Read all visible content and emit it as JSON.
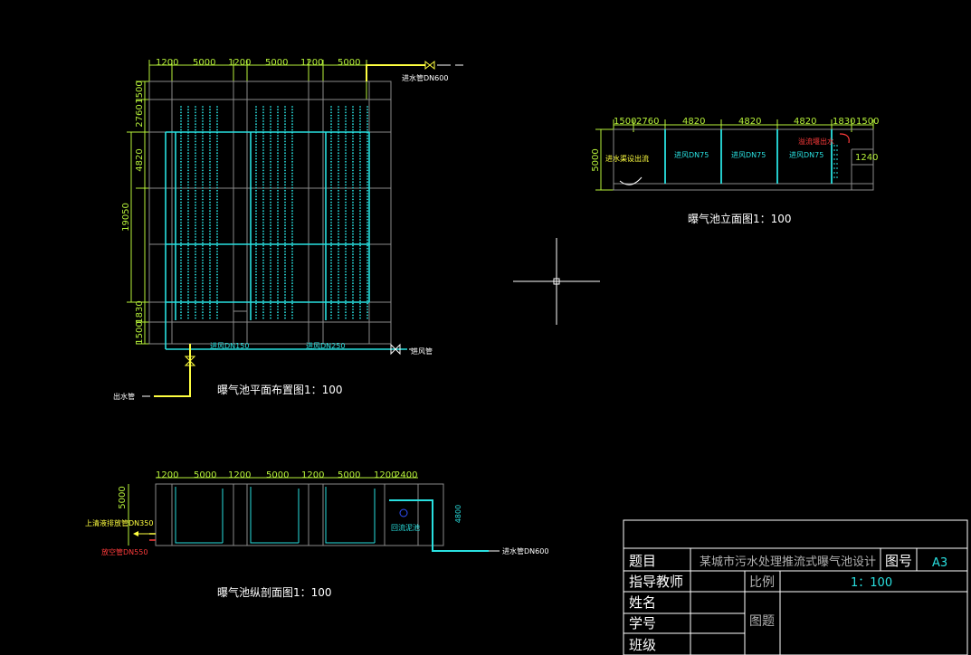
{
  "plan": {
    "top_dims": [
      "1200",
      "5000",
      "1200",
      "5000",
      "1200",
      "5000"
    ],
    "left_dims": [
      "1500",
      "2760",
      "4820",
      "19050",
      "1830",
      "1500"
    ],
    "inlet_label": "进水管DN600",
    "air1_label": "进风DN150",
    "air2_label": "进风DN250",
    "air_pipe_label": "进风管",
    "outlet_label": "出水管",
    "caption": "曝气池平面布置图1：100"
  },
  "elevation": {
    "dims": [
      "1500",
      "2760",
      "4820",
      "4820",
      "4820",
      "1830",
      "1500"
    ],
    "height_dim": "5000",
    "right_dim": "1240",
    "inlet_text": "进水渠设出流",
    "air_labels": [
      "进风DN75",
      "进风DN75",
      "进风DN75"
    ],
    "outlet_text": "溢流堰出水",
    "caption": "曝气池立面图1：100"
  },
  "section": {
    "dims": [
      "1200",
      "5000",
      "1200",
      "5000",
      "1200",
      "5000",
      "1200",
      "2400"
    ],
    "height_dim": "5000",
    "right_dim": "4800",
    "sludge_label": "上清液排放管DN350",
    "drain_label": "放空管DN550",
    "tank_label": "回流泥池",
    "inlet_label": "进水管DN600",
    "caption": "曝气池纵剖面图1：100"
  },
  "title_block": {
    "r1_label": "题目",
    "project": "某城市污水处理推流式曝气池设计",
    "dwg_no_label": "图号",
    "size": "A3",
    "teacher_label": "指导教师",
    "scale_label": "比例",
    "scale": "1：100",
    "name_label": "姓名",
    "id_label": "学号",
    "class_label": "班级",
    "drawing_title_label": "图题"
  }
}
